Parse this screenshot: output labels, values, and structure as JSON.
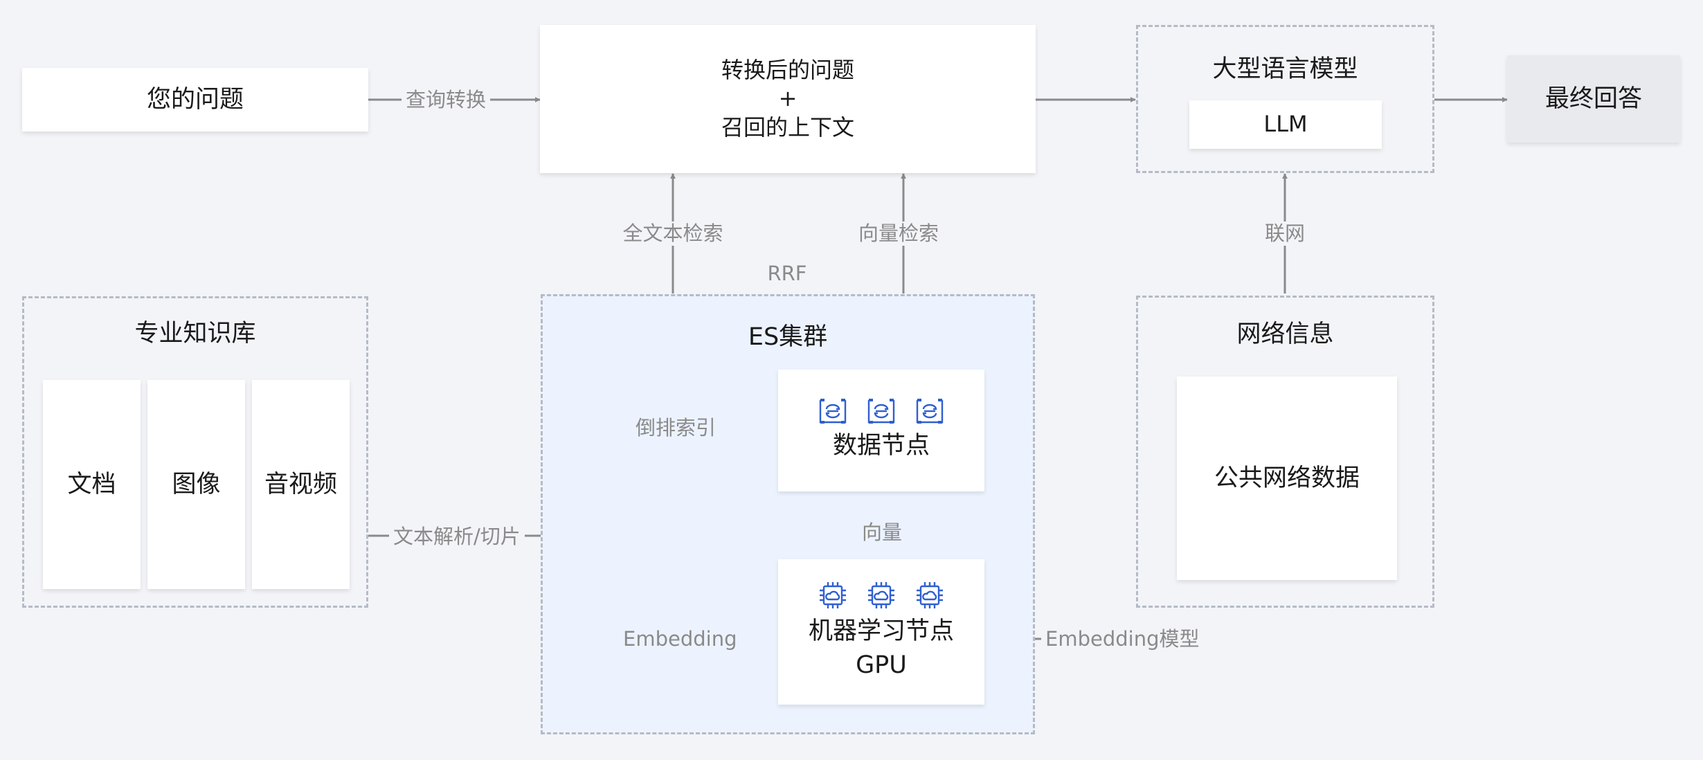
{
  "your_question": "您的问题",
  "query_transform": "查询转换",
  "transformed": {
    "line1": "转换后的问题",
    "line2": "+",
    "line3": "召回的上下文"
  },
  "llm_group": {
    "title": "大型语言模型",
    "box": "LLM"
  },
  "final_answer": "最终回答",
  "labels": {
    "fulltext": "全文本检索",
    "vector_search": "向量检索",
    "rrf": "RRF",
    "internet": "联网",
    "invert_index": "倒排索引",
    "parse_slice": "文本解析/切片",
    "vector": "向量",
    "embedding": "Embedding",
    "embedding_model": "Embedding模型"
  },
  "knowledge_base": {
    "title": "专业知识库",
    "items": [
      "文档",
      "图像",
      "音视频"
    ]
  },
  "es_cluster": {
    "title": "ES集群",
    "data_node": "数据节点",
    "ml_node_line1": "机器学习节点",
    "ml_node_line2": "GPU"
  },
  "web_info": {
    "title": "网络信息",
    "box": "公共网络数据"
  },
  "colors": {
    "background": "#f3f4f8",
    "es_cluster_fill": "#ecf3fe",
    "icon_blue": "#2f5fd0",
    "arrow_gray": "#8a8a8a",
    "final_answer_fill": "#e9eaed"
  },
  "icons": {
    "data_node": [
      "database-sync-icon",
      "database-sync-icon",
      "database-sync-icon"
    ],
    "ml_node": [
      "cloud-chip-icon",
      "cloud-chip-icon",
      "cloud-chip-icon"
    ]
  }
}
